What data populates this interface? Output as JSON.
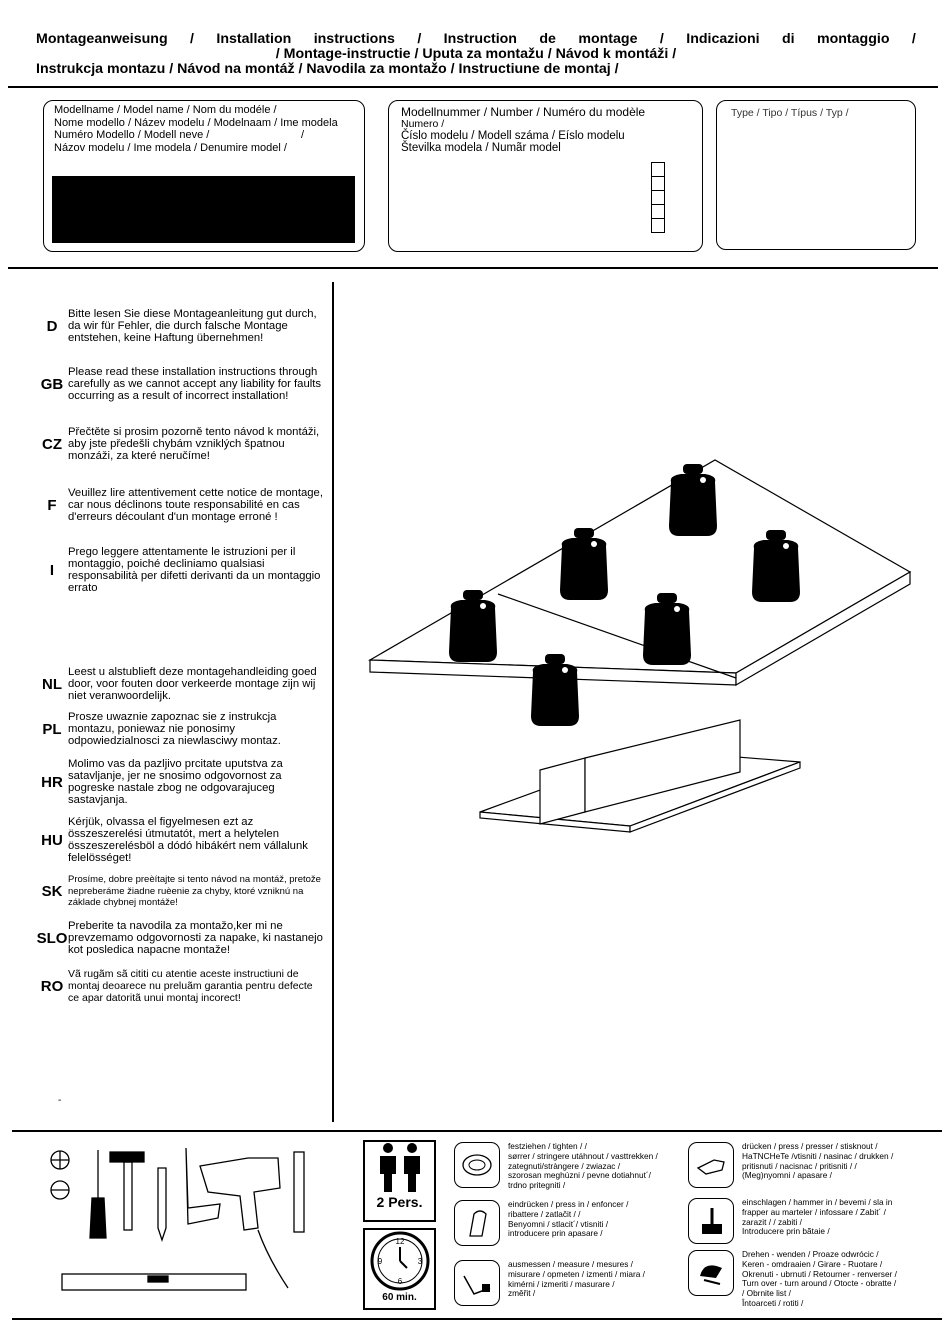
{
  "header": {
    "line1": [
      "Montageanweisung",
      "/",
      "Installation",
      "instructions",
      "/",
      "Instruction",
      "de",
      "montage",
      "/",
      "Indicazioni",
      "di",
      "montaggio",
      "/"
    ],
    "line2": "/ Montage-instructie / Uputa za montažu / Návod k montáži /",
    "line3": "Instrukcja montazu / Návod na montáž / Navodila za montažo / Instructiune de montaj /"
  },
  "model_box": {
    "lines": [
      "Modellname / Model name / Nom du modéle /",
      "Nome modello / Název modelu / Modelnaam / Ime modela",
      "Numéro Modello / Modell neve /                              /",
      "Názov modelu / Ime modela / Denumire model /"
    ]
  },
  "number_box": {
    "lines": [
      "Modellnummer / Number / Numéro du modèle",
      "Numero /",
      "Číslo modelu / Modell száma / Eíslo modelu",
      "Številka modela / Numãr model"
    ]
  },
  "type_box": {
    "text": "Type / Tipo / Típus / Typ /"
  },
  "warnings": [
    {
      "code": "D",
      "text": "Bitte lesen Sie diese Montageanleitung gut durch, da wir für Fehler, die durch falsche Montage entstehen, keine Haftung übernehmen!"
    },
    {
      "code": "GB",
      "text": "Please read these installation instructions through carefully as we cannot accept any liability for faults occurring as a result of incorrect installation!"
    },
    {
      "code": "CZ",
      "text": "Přečtěte si prosim pozorně tento návod k montáži, aby jste předešli chybám vzniklých špatnou monzáži, za které neručíme!"
    },
    {
      "code": "F",
      "text": "Veuillez lire attentivement cette notice de montage, car nous déclinons toute responsabilité en cas d'erreurs découlant d'un montage erroné !"
    },
    {
      "code": "I",
      "text": "Prego leggere attentamente le istruzioni per il montaggio, poiché decliniamo qualsiasi responsabilità per difetti derivanti da un montaggio errato"
    },
    {
      "code": "NL",
      "text": "Leest u alstublieft deze montagehandleiding goed door, voor fouten door verkeerde montage zijn wij niet veranwoordelijk."
    },
    {
      "code": "PL",
      "text": "Prosze uwaznie zapoznac sie z instrukcja montazu, poniewaz nie ponosimy odpowiedzialnosci za  niewlasciwy montaz."
    },
    {
      "code": "HR",
      "text": "Molimo vas da pazljivo prcitate uputstva za satavljanje, jer ne snosimo odgovornost za pogreske nastale zbog ne odgovarajuceg sastavjanja."
    },
    {
      "code": "HU",
      "text": "Kérjük, olvassa el figyelmesen ezt az összeszerelési útmutatót, mert a helytelen összeszerelésböl a dódó hibákért nem vállalunk felelösséget!"
    },
    {
      "code": "SK",
      "text": "Prosíme, dobre preèítajte si tento návod na montáž, pretože nepreberáme žiadne ruèenie za chyby, ktoré vzniknú na základe chybnej montáže!"
    },
    {
      "code": "SLO",
      "text": "Preberite ta navodila za montažo,ker mi ne prevzemamo odgovornosti za napake, ki nastanejo kot posledica napacne montaže!"
    },
    {
      "code": "RO",
      "text": "Vã rugãm sã cititi cu atentie aceste instructiuni de montaj deoarece nu preluãm garantia pentru defecte ce apar datoritã unui montaj incorect!"
    }
  ],
  "dash": "-",
  "persons": {
    "label": "2 Pers."
  },
  "time": {
    "label": "60 min.",
    "clock_numbers": [
      "12",
      "3",
      "6",
      "9"
    ]
  },
  "actions": [
    {
      "icon": "tape-icon",
      "text": "festziehen / tighten /                  /\nsørrer / stringere utáhnout / vasttrekken /\nzategnuti/stràngere / zwiazac /\nszorosan meghúzni / pevne dotiahnut´/\ntrdno pritegniti /"
    },
    {
      "icon": "hand-press-icon",
      "text": "drücken / press / presser / stisknout /\nHaTNCHeTe /vtisniti / nasinac / drukken /\npritisnuti / nacisnac / pritisniti /              /\n(Meg)nyomni / apasare /"
    },
    {
      "icon": "press-in-icon",
      "text": "eindrücken / press in / enfoncer /\nribattere / zatlačit /                   /\nBenyomni / stlacit´/ vtisniti /\nintroducere prin apasare /"
    },
    {
      "icon": "hammer-icon",
      "text": "einschlagen / hammer in / bevemi / sla in\nfrapper au marteler / infossare / Zabit´ /\nzarazit /                           / zabiti /\nIntroducere prin bãtaie /"
    },
    {
      "icon": "measure-icon",
      "text": "ausmessen / measure / mesures /\nmisurare / opmeten / izmenti / miara /\nkimérni / izmeriti / masurare /\nzměřit /"
    },
    {
      "icon": "turn-over-icon",
      "text": "Drehen - wenden / Proaze odwrócic /\nKeren - omdraaien / Girare - Ruotare /\nOkrenuti - ubrnuti / Retourner - renverser /\nTurn over - turn around / Otocte - obratte /\n                         / Obrnite list /\nÎntoarceti / rotiti /"
    }
  ]
}
